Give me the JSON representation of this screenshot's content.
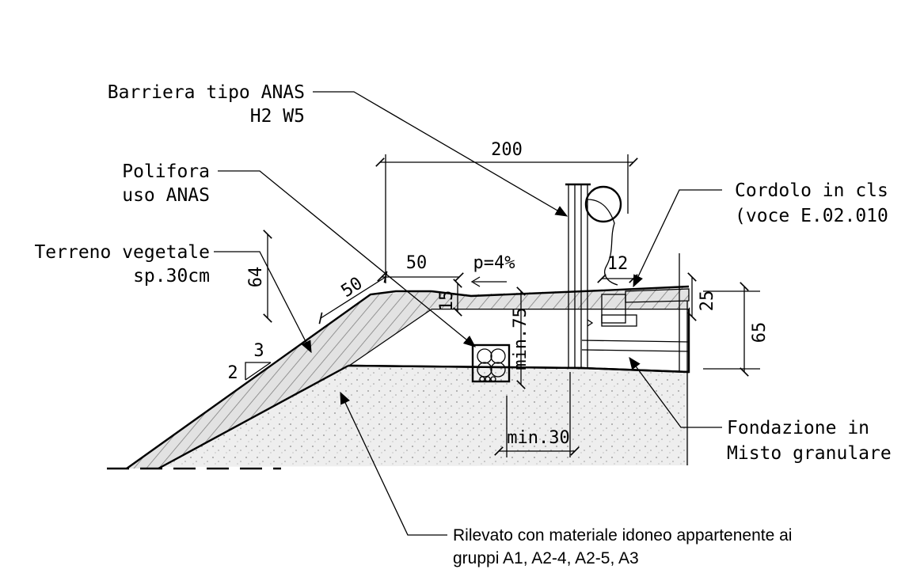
{
  "labels": {
    "barriera_line1": "Barriera tipo ANAS",
    "barriera_line2": "H2 W5",
    "polifora_line1": "Polifora",
    "polifora_line2": "uso ANAS",
    "terreno_line1": "Terreno vegetale",
    "terreno_line2": "sp.30cm",
    "cordolo_line1": "Cordolo in cls",
    "cordolo_line2": "(voce E.02.010",
    "fondazione_line1": "Fondazione in",
    "fondazione_line2": "Misto granulare",
    "rilevato_line1": "Rilevato con materiale idoneo appartenente ai",
    "rilevato_line2": "gruppi A1, A2-4, A2-5, A3"
  },
  "dimensions": {
    "width_top": "200",
    "berm_slope": "50",
    "berm_flat": "50",
    "slope_pct": "p=4%",
    "curb_width": "12",
    "pavement_thk": "25",
    "foundation_thk": "65",
    "embankment_h": "64",
    "topsoil": "15",
    "min_depth": "min.75",
    "min_offset": "min.30",
    "slope_v": "2",
    "slope_h": "3"
  },
  "colors": {
    "line": "#000000",
    "hatch_light": "#dcdcdc",
    "hatch_dark": "#bdbdbd",
    "background": "#ffffff"
  }
}
